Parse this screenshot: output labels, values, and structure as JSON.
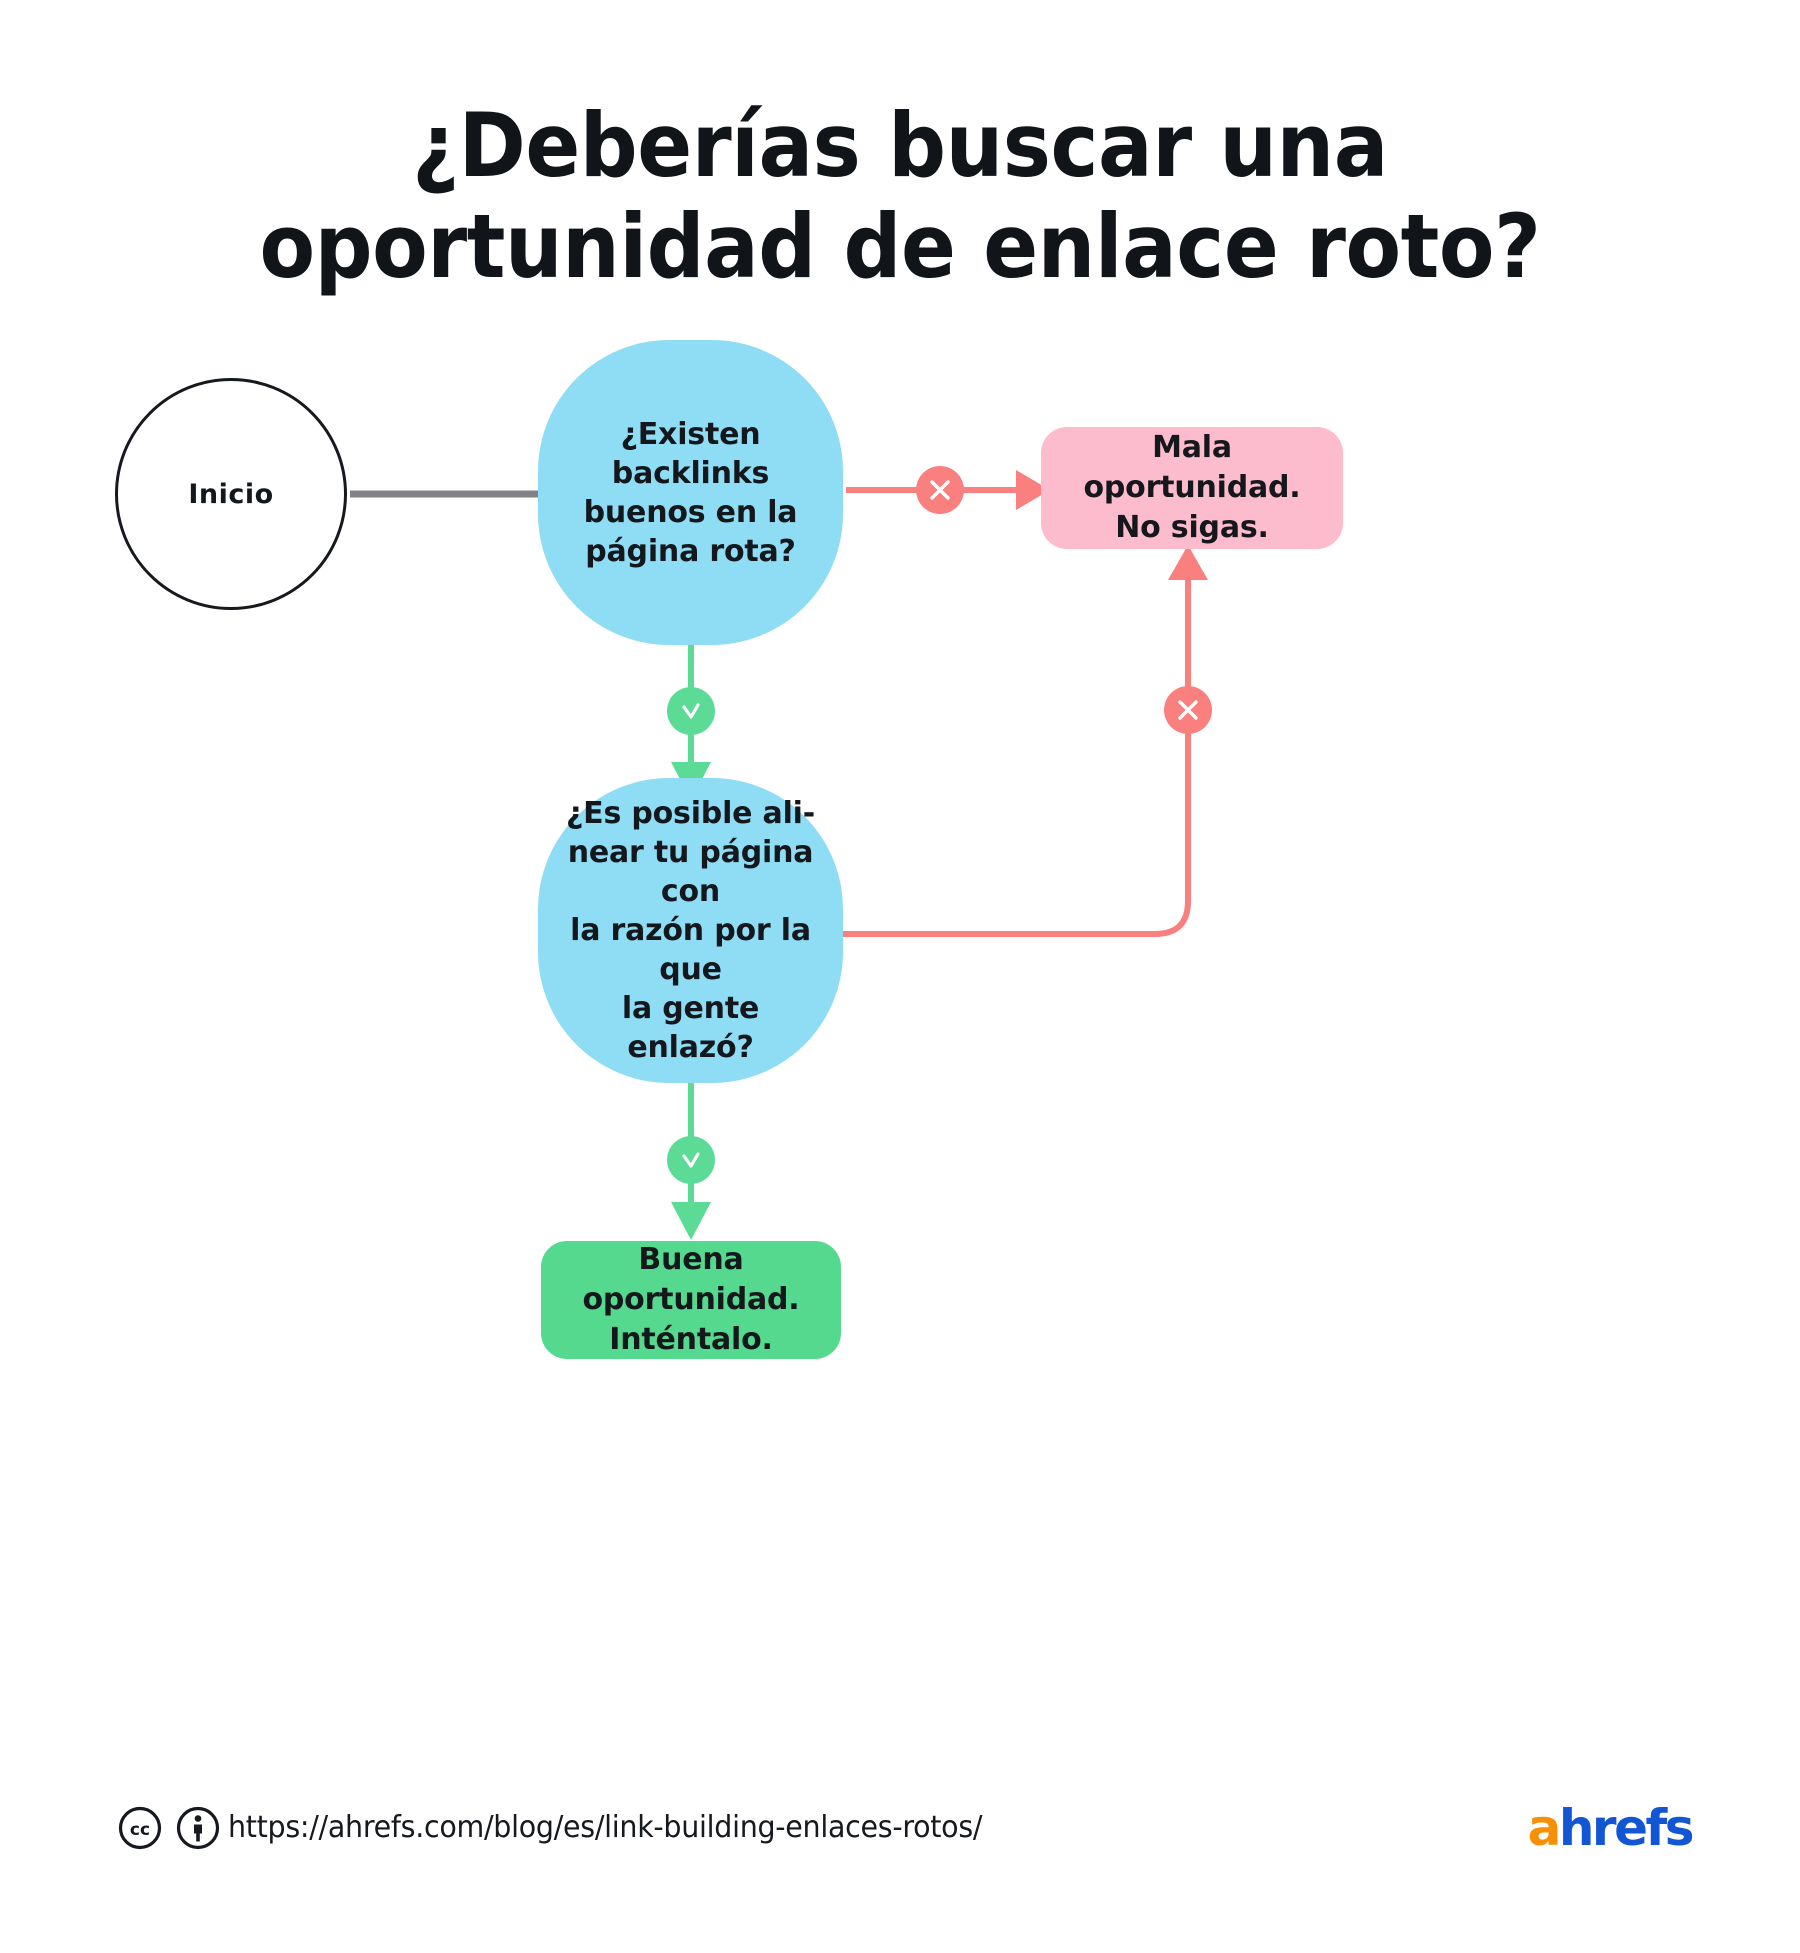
{
  "title": "¿Deberías buscar una\noportunidad de enlace roto?",
  "nodes": {
    "start": {
      "label": "Inicio"
    },
    "decision_1": {
      "label": "¿Existen\nbacklinks\nbuenos en la\npágina rota?"
    },
    "decision_2": {
      "label": "¿Es posible ali-\nnear tu página con\nla razón por la que\nla gente enlazó?"
    },
    "outcome_bad": {
      "label": "Mala oportunidad.\nNo sigas."
    },
    "outcome_good": {
      "label": "Buena oportunidad.\nInténtalo."
    }
  },
  "edges": {
    "start_to_decision_1": {
      "badge": "",
      "icon": "arrow-right-icon"
    },
    "decision_1_no": {
      "badge": "no",
      "icon": "x-circle-icon"
    },
    "decision_1_yes": {
      "badge": "yes",
      "icon": "check-circle-icon"
    },
    "decision_2_no": {
      "badge": "no",
      "icon": "x-circle-icon"
    },
    "decision_2_yes": {
      "badge": "yes",
      "icon": "check-circle-icon"
    }
  },
  "footer": {
    "url": "https://ahrefs.com/blog/es/link-building-enlaces-rotos/",
    "license_icons": [
      "creative-commons-icon",
      "attribution-icon"
    ],
    "brand_a": "a",
    "brand_rest": "hrefs"
  },
  "colors": {
    "decision_blue": "#8FDCF5",
    "outcome_pink": "#FDBBCE",
    "outcome_green": "#55D98E",
    "badge_no": "#FA7F7F",
    "badge_yes": "#5BDB95",
    "wire_gray": "#808285",
    "wire_red": "#FA7F7F",
    "wire_green": "#5BDB95",
    "text_dark": "#14181c",
    "brand_orange": "#F79009",
    "brand_blue": "#1256D4"
  }
}
